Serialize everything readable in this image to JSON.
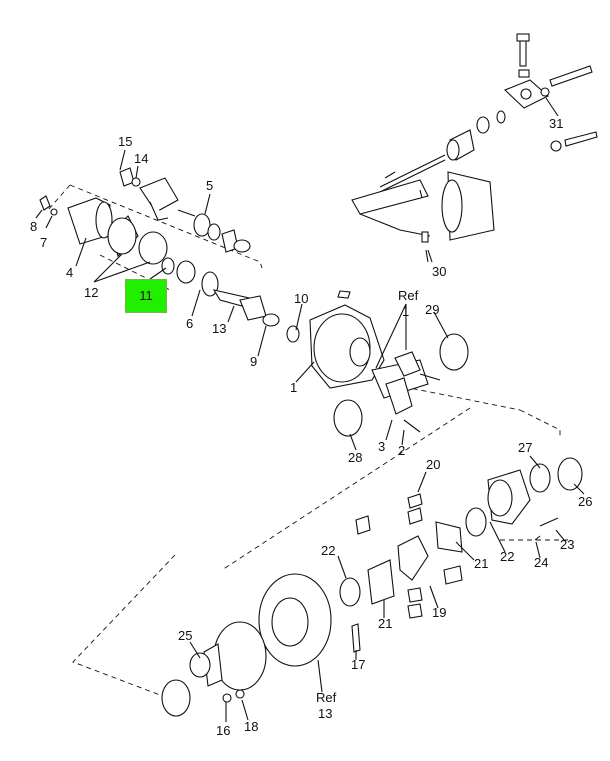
{
  "highlight": {
    "label": "11",
    "color": "#22ee00"
  },
  "callouts": [
    {
      "id": "1a",
      "text": "1"
    },
    {
      "id": "1b",
      "text": "1"
    },
    {
      "id": "2",
      "text": "2"
    },
    {
      "id": "3",
      "text": "3"
    },
    {
      "id": "4",
      "text": "4"
    },
    {
      "id": "5",
      "text": "5"
    },
    {
      "id": "6",
      "text": "6"
    },
    {
      "id": "7",
      "text": "7"
    },
    {
      "id": "8",
      "text": "8"
    },
    {
      "id": "9",
      "text": "9"
    },
    {
      "id": "10",
      "text": "10"
    },
    {
      "id": "12",
      "text": "12"
    },
    {
      "id": "13",
      "text": "13"
    },
    {
      "id": "14",
      "text": "14"
    },
    {
      "id": "15",
      "text": "15"
    },
    {
      "id": "16",
      "text": "16"
    },
    {
      "id": "17",
      "text": "17"
    },
    {
      "id": "18",
      "text": "18"
    },
    {
      "id": "19",
      "text": "19"
    },
    {
      "id": "20",
      "text": "20"
    },
    {
      "id": "21a",
      "text": "21"
    },
    {
      "id": "21b",
      "text": "21"
    },
    {
      "id": "22a",
      "text": "22"
    },
    {
      "id": "22b",
      "text": "22"
    },
    {
      "id": "23",
      "text": "23"
    },
    {
      "id": "24",
      "text": "24"
    },
    {
      "id": "25",
      "text": "25"
    },
    {
      "id": "26",
      "text": "26"
    },
    {
      "id": "27",
      "text": "27"
    },
    {
      "id": "28",
      "text": "28"
    },
    {
      "id": "29",
      "text": "29"
    },
    {
      "id": "30",
      "text": "30"
    },
    {
      "id": "31",
      "text": "31"
    },
    {
      "id": "ref1",
      "text": "Ref"
    },
    {
      "id": "ref2",
      "text": "Ref"
    },
    {
      "id": "ref2num",
      "text": "13"
    }
  ]
}
